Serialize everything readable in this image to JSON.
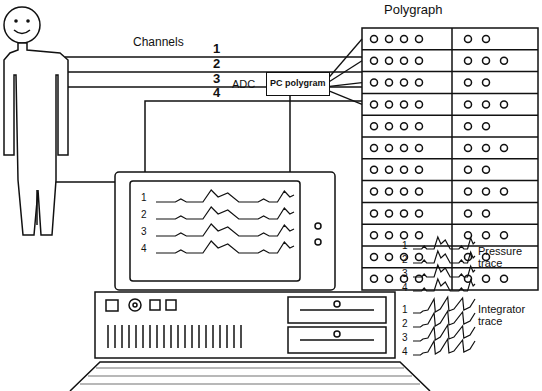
{
  "diagram": {
    "nodes": [
      {
        "text": [
          "Polygraph"
        ]
      },
      {
        "text": [
          "PC polygram"
        ]
      }
    ],
    "edges": [
      {
        "from": 0,
        "to": 1,
        "arrow": "none"
      },
      {
        "from": 0,
        "to": 1,
        "arrow": "none"
      },
      {
        "from": 0,
        "to": 1,
        "arrow": "none"
      },
      {
        "from": 0,
        "to": 1,
        "arrow": "none"
      }
    ],
    "labels": [
      "Channels",
      "1",
      "2",
      "3",
      "4",
      "ADC",
      "1",
      "2",
      "3",
      "4",
      "1",
      "2",
      "3",
      "4",
      "Pressure trace",
      "1",
      "2",
      "3",
      "4",
      "Integrator trace"
    ]
  }
}
